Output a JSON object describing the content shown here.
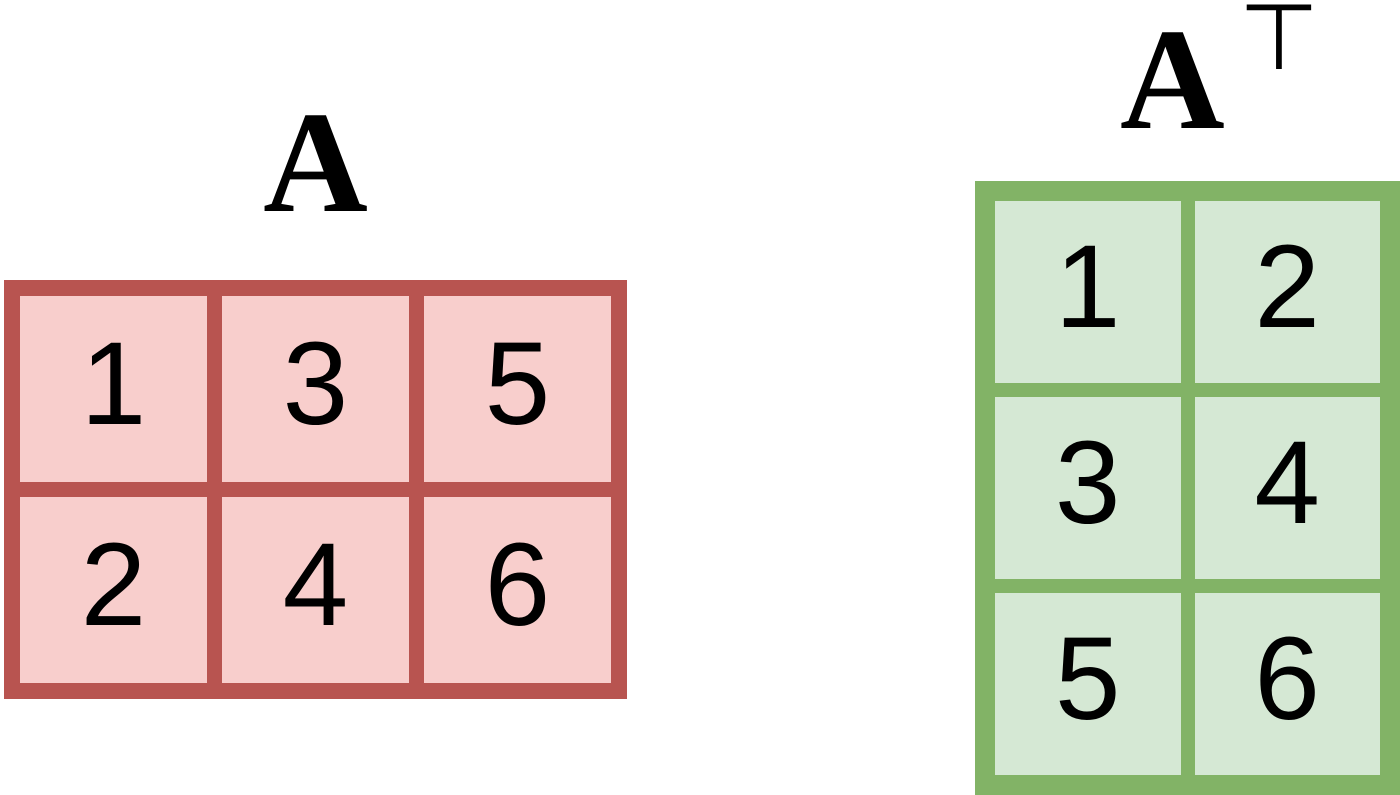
{
  "diagram": {
    "original": {
      "label": "A",
      "rows": 2,
      "cols": 3,
      "grid": [
        [
          "1",
          "3",
          "5"
        ],
        [
          "2",
          "4",
          "6"
        ]
      ],
      "border_color": "#b85450",
      "cell_color": "#f8cecc",
      "text_color": "#000000"
    },
    "transpose": {
      "label": "A",
      "superscript": "⊤",
      "rows": 3,
      "cols": 2,
      "grid": [
        [
          "1",
          "2"
        ],
        [
          "3",
          "4"
        ],
        [
          "5",
          "6"
        ]
      ],
      "border_color": "#82b366",
      "cell_color": "#d5e8d4",
      "text_color": "#000000"
    }
  }
}
